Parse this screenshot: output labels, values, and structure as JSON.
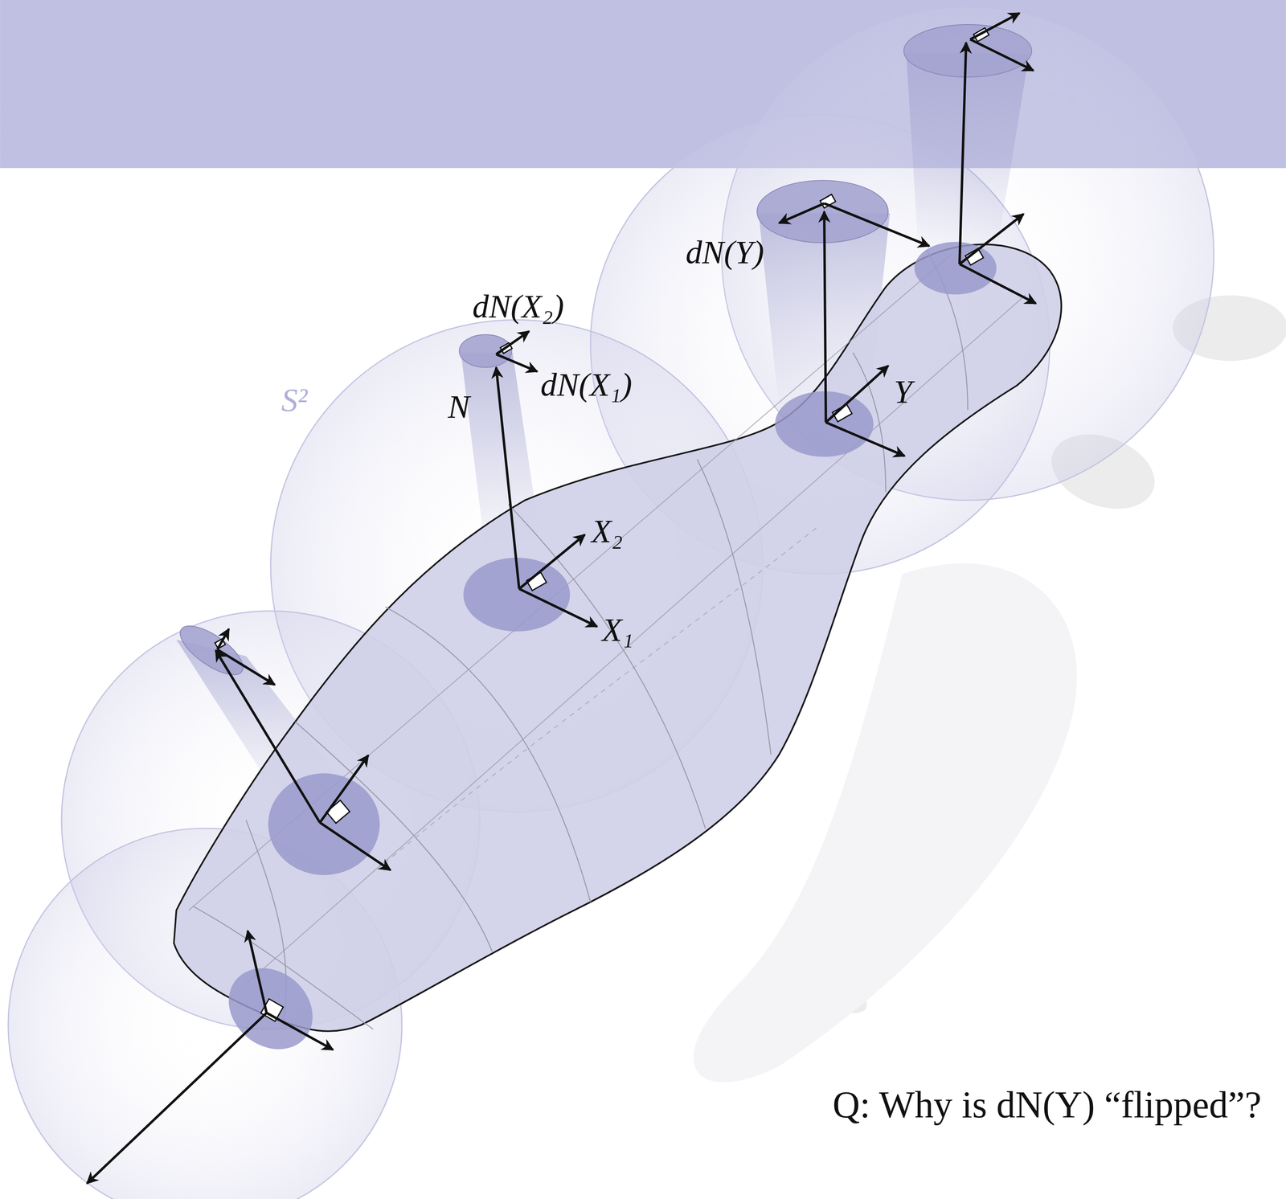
{
  "diagram": {
    "caption": "Q: Why is dN(Y) “flipped”?",
    "labels": [
      "dN(Y)",
      "dN(X₂)",
      "dN(X₁)",
      "S²",
      "N",
      "X₂",
      "X₁",
      "Y"
    ]
  }
}
